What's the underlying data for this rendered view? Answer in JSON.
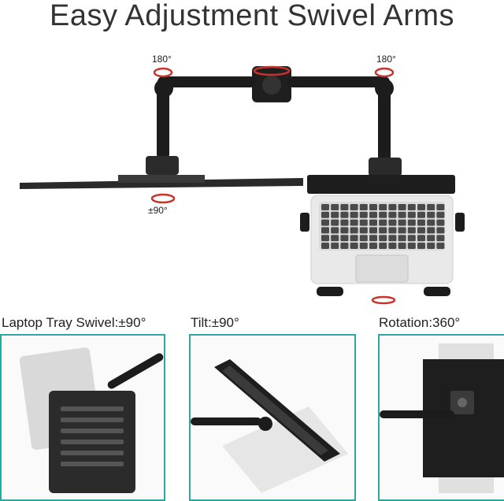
{
  "title": "Easy Adjustment Swivel Arms",
  "hero": {
    "angle_left": "180°",
    "angle_right": "180°",
    "angle_tray": "±90°"
  },
  "panels": [
    {
      "caption": "Laptop Tray Swivel:±90°"
    },
    {
      "caption": "Tilt:±90°"
    },
    {
      "caption": "Rotation:360°"
    }
  ],
  "colors": {
    "accent_border": "#2fa79c",
    "arrow_red": "#c8332b",
    "arm_black": "#1c1c1c"
  }
}
